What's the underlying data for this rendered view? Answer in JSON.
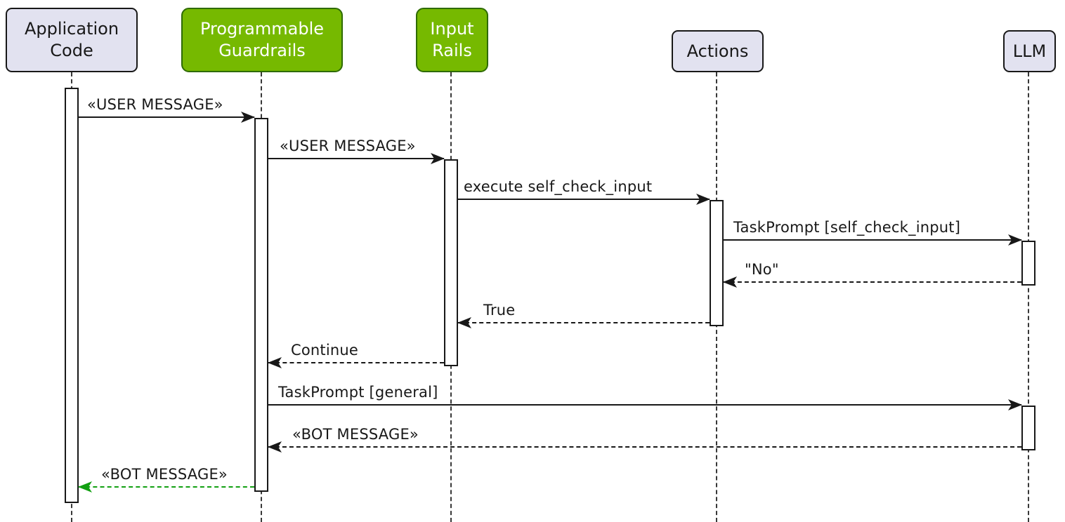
{
  "diagram_type": "sequence-diagram",
  "colors": {
    "background": "#FFFFFF",
    "text": "#181818",
    "arrow": "#181818",
    "lifeline": "#383838",
    "participant_fill": "#E2E2F0",
    "participant_border": "#181818",
    "highlight_fill": "#76B900",
    "highlight_border": "#2E6B00",
    "highlight_text": "#FFFFFF",
    "activation_fill": "#FFFFFF",
    "return_arrow_green": "#12A012"
  },
  "participants": [
    {
      "name": "Application Code",
      "lines": [
        "Application",
        "Code"
      ],
      "highlighted": false
    },
    {
      "name": "Programmable Guardrails",
      "lines": [
        "Programmable",
        "Guardrails"
      ],
      "highlighted": true
    },
    {
      "name": "Input Rails",
      "lines": [
        "Input",
        "Rails"
      ],
      "highlighted": true
    },
    {
      "name": "Actions",
      "lines": [
        "Actions"
      ],
      "highlighted": false
    },
    {
      "name": "LLM",
      "lines": [
        "LLM"
      ],
      "highlighted": false
    }
  ],
  "messages": [
    {
      "label": "«USER MESSAGE»",
      "from": "Application Code",
      "to": "Programmable Guardrails",
      "line_style": "solid",
      "direction": "right",
      "color": "dark"
    },
    {
      "label": "«USER MESSAGE»",
      "from": "Programmable Guardrails",
      "to": "Input Rails",
      "line_style": "solid",
      "direction": "right",
      "color": "dark"
    },
    {
      "label": "execute self_check_input",
      "from": "Input Rails",
      "to": "Actions",
      "line_style": "solid",
      "direction": "right",
      "color": "dark"
    },
    {
      "label": "TaskPrompt [self_check_input]",
      "from": "Actions",
      "to": "LLM",
      "line_style": "solid",
      "direction": "right",
      "color": "dark"
    },
    {
      "label": "\"No\"",
      "from": "LLM",
      "to": "Actions",
      "line_style": "dashed",
      "direction": "left",
      "color": "dark"
    },
    {
      "label": "True",
      "from": "Actions",
      "to": "Input Rails",
      "line_style": "dashed",
      "direction": "left",
      "color": "dark"
    },
    {
      "label": "Continue",
      "from": "Input Rails",
      "to": "Programmable Guardrails",
      "line_style": "dashed",
      "direction": "left",
      "color": "dark"
    },
    {
      "label": "TaskPrompt [general]",
      "from": "Programmable Guardrails",
      "to": "LLM",
      "line_style": "solid",
      "direction": "right",
      "color": "dark"
    },
    {
      "label": "«BOT MESSAGE»",
      "from": "LLM",
      "to": "Programmable Guardrails",
      "line_style": "dashed",
      "direction": "left",
      "color": "dark"
    },
    {
      "label": "«BOT MESSAGE»",
      "from": "Programmable Guardrails",
      "to": "Application Code",
      "line_style": "dashed",
      "direction": "left",
      "color": "green"
    }
  ]
}
